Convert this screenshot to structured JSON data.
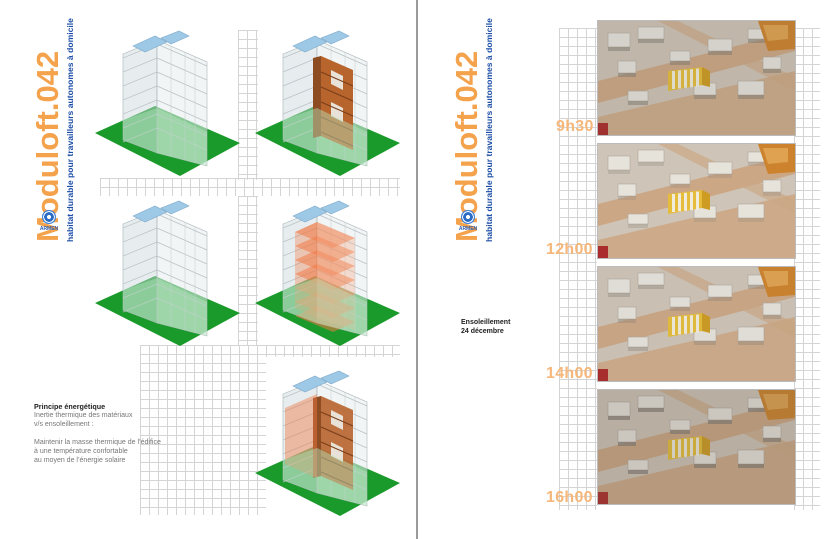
{
  "brand": {
    "title": "Moduloft.042",
    "tagline": "habitat durable pour travailleurs autonomes à domicile",
    "logo_label": "ARMEN",
    "accent": "#f4a24b",
    "tagline_color": "#1e4fa8"
  },
  "left_page": {
    "energy_block": {
      "heading": "Principe énergétique",
      "subheading_lines": [
        "Inertie thermique des matériaux",
        "v/s ensoleillement :"
      ],
      "body_lines": [
        "Maintenir la masse thermique de l’édifice",
        "à une température confortable",
        "au moyen de l’énergie solaire"
      ]
    },
    "diagram_variants": [
      "glass",
      "brick",
      "glass",
      "heat",
      "brick-heat"
    ]
  },
  "right_page": {
    "caption_lines": [
      "Ensoleillement",
      "24 décembre"
    ],
    "snapshots": [
      {
        "time": "9h30"
      },
      {
        "time": "12h00"
      },
      {
        "time": "14h00"
      },
      {
        "time": "16h00"
      }
    ]
  },
  "colors": {
    "ground": "#1a9a2a",
    "brick": "#b8642d",
    "heat": "#f07a45",
    "glass": "#c9d6dc",
    "panel": "#9ec9e6",
    "time_label": "#f6b77a",
    "roof": "#d9cfc2",
    "street": "#d7b08c",
    "target_building": "#f2c83a"
  }
}
